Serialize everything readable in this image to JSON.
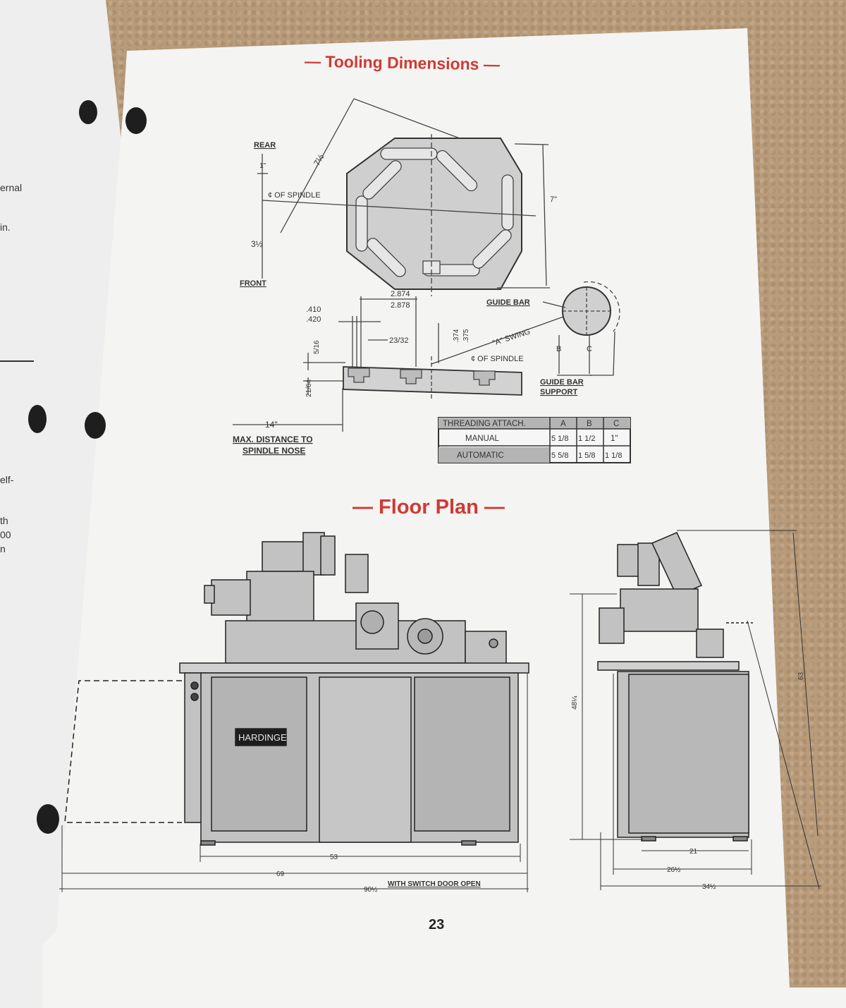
{
  "left_page": {
    "fragments": [
      "ernal",
      "in.",
      "elf-",
      "th",
      "00",
      "n"
    ]
  },
  "tooling": {
    "title": "— Tooling Dimensions —",
    "labels": {
      "rear": "REAR",
      "front": "FRONT",
      "one_inch": "1\"",
      "center_spindle_top": "¢ OF SPINDLE",
      "seven_half": "7½",
      "seven": "7\"",
      "three_half": "3½",
      "dim_2874": "2.874",
      "dim_2878": "2.878",
      "dim_410": ".410",
      "dim_420": ".420",
      "dim_5_16": "5/16",
      "dim_23_32": "23/32",
      "dim_374": ".374",
      "dim_375": ".375",
      "dim_21_64": "21/64",
      "guide_bar": "GUIDE BAR",
      "a_swing": "\"A\" SWING",
      "center_spindle_bottom": "¢ OF SPINDLE",
      "b": "B",
      "c": "C",
      "guide_bar_support_1": "GUIDE BAR",
      "guide_bar_support_2": "SUPPORT",
      "fourteen": "14\"",
      "max_distance_1": "MAX. DISTANCE TO",
      "max_distance_2": "SPINDLE NOSE"
    },
    "table": {
      "headers": [
        "THREADING ATTACH.",
        "A",
        "B",
        "C"
      ],
      "rows": [
        [
          "MANUAL",
          "5 1/8",
          "1 1/2",
          "1\""
        ],
        [
          "AUTOMATIC",
          "5 5/8",
          "1 5/8",
          "1 1/8"
        ]
      ]
    }
  },
  "floor_plan": {
    "title": "— Floor Plan —",
    "brand": "HARDINGE",
    "dims": {
      "d53": "53",
      "d69": "69",
      "d90": "90½",
      "switch_door": "WITH SWITCH DOOR OPEN",
      "d21": "21",
      "d26": "26½",
      "d34": "34½",
      "d48": "48¼",
      "d63": "63"
    }
  },
  "page_number": "23"
}
